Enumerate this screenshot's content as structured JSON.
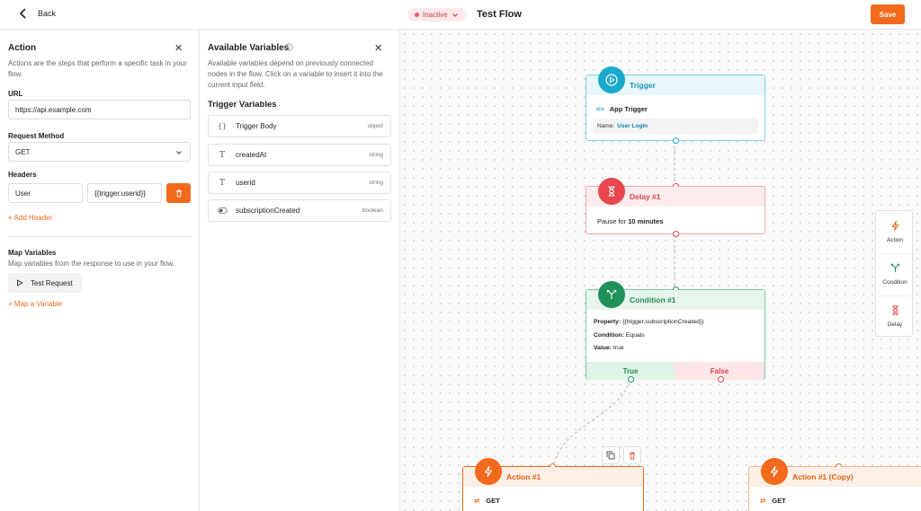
{
  "topbar": {
    "back_label": "Back",
    "status_label": "Inactive",
    "flow_title": "Test Flow",
    "save_label": "Save"
  },
  "action_panel": {
    "title": "Action",
    "description": "Actions are the steps that perform a specific task in your flow.",
    "url_label": "URL",
    "url_value": "https://api.example.com",
    "method_label": "Request Method",
    "method_value": "GET",
    "headers_label": "Headers",
    "header_key": "User",
    "header_value": "{{trigger.userid}}",
    "add_header_label": "+ Add Header",
    "map_title": "Map Variables",
    "map_description": "Map variables from the response to use in your flow.",
    "test_request_label": "Test Request",
    "map_variable_label": "+ Map a Variable"
  },
  "variables_panel": {
    "title": "Available Variables",
    "description": "Available variables depend on previously connected nodes in the flow. Click on a variable to insert it into the current input field.",
    "section_title": "Trigger Variables",
    "items": [
      {
        "icon": "{}",
        "name": "Trigger Body",
        "type": "object"
      },
      {
        "icon": "T",
        "name": "createdAt",
        "type": "string"
      },
      {
        "icon": "T",
        "name": "userid",
        "type": "string"
      },
      {
        "icon": "toggle",
        "name": "subscriptionCreated",
        "type": "boolean"
      }
    ]
  },
  "canvas": {
    "trigger": {
      "title": "Trigger",
      "subtitle": "App Trigger",
      "name_label": "Name:",
      "name_value": "User Login"
    },
    "delay": {
      "title": "Delay #1",
      "body_prefix": "Pause for",
      "body_value": "10 minutes"
    },
    "condition": {
      "title": "Condition #1",
      "property_label": "Property:",
      "property_value": "{{trigger.subscriptionCreated}}",
      "condition_label": "Condition:",
      "condition_value": "Equals",
      "value_label": "Value:",
      "value_value": "true",
      "true_label": "True",
      "false_label": "False"
    },
    "actions": [
      {
        "title": "Action #1",
        "method": "GET"
      },
      {
        "title": "Action #1 (Copy)",
        "method": "GET"
      }
    ]
  },
  "palette": {
    "items": [
      {
        "label": "Action",
        "icon": "bolt-icon",
        "color": "#f26a1b"
      },
      {
        "label": "Condition",
        "icon": "split-icon",
        "color": "#1f9357"
      },
      {
        "label": "Delay",
        "icon": "hourglass-icon",
        "color": "#e9474f"
      }
    ]
  },
  "colors": {
    "accent": "#f26a1b",
    "trigger": "#1ba9cc",
    "delay": "#e9474f",
    "condition": "#1f9357"
  }
}
